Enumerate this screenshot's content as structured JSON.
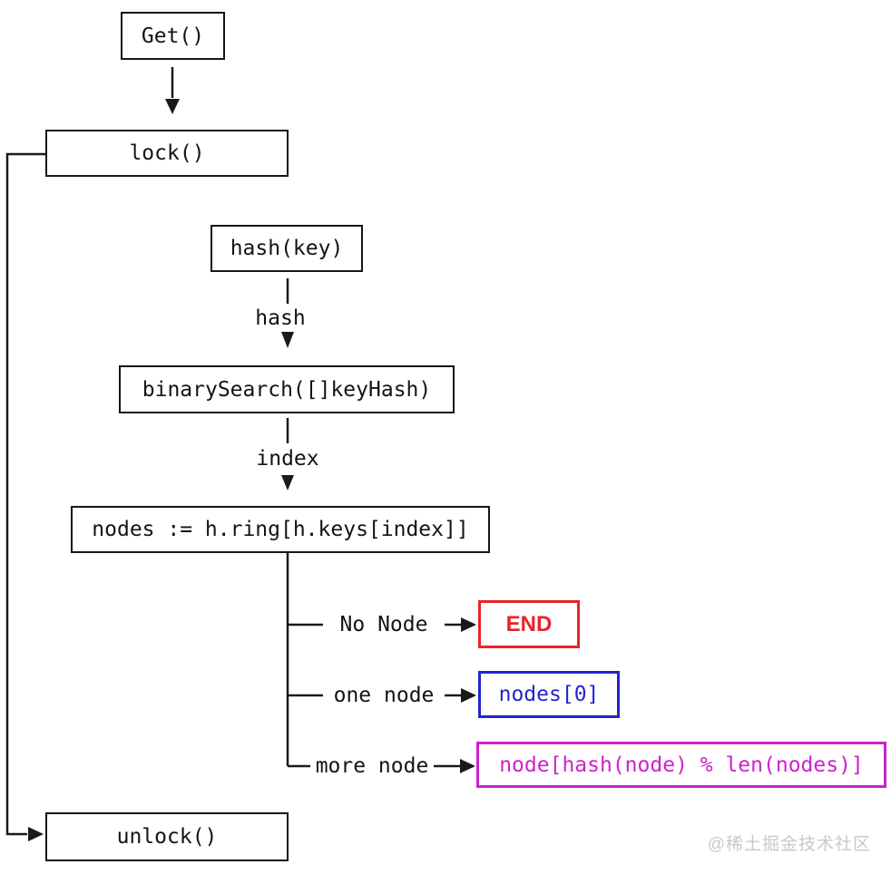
{
  "colors": {
    "line": "#1a1a1a",
    "box_border": "#161616",
    "end_red": "#e82429",
    "nodes0_blue": "#2424cc",
    "more_magenta": "#cc22cc",
    "watermark_gray": "#c9c9c9"
  },
  "flowchart": {
    "nodes": {
      "get": {
        "label": "Get()"
      },
      "lock": {
        "label": "lock()"
      },
      "hash_key": {
        "label": "hash(key)"
      },
      "binary_search": {
        "label": "binarySearch([]keyHash)"
      },
      "nodes_assign": {
        "label": "nodes := h.ring[h.keys[index]]"
      },
      "end": {
        "label": "END"
      },
      "nodes0": {
        "label": "nodes[0]"
      },
      "more_nodes": {
        "label": "node[hash(node) % len(nodes)]"
      },
      "unlock": {
        "label": "unlock()"
      }
    },
    "edge_labels": {
      "hash": "hash",
      "index": "index",
      "no_node": "No Node",
      "one_node": "one node",
      "more_node": "more node"
    },
    "edges": [
      {
        "from": "Get()",
        "to": "lock()",
        "label": ""
      },
      {
        "from": "hash(key)",
        "to": "binarySearch([]keyHash)",
        "label": "hash"
      },
      {
        "from": "binarySearch([]keyHash)",
        "to": "nodes := h.ring[h.keys[index]]",
        "label": "index"
      },
      {
        "from": "nodes := h.ring[h.keys[index]]",
        "to": "END",
        "label": "No Node"
      },
      {
        "from": "nodes := h.ring[h.keys[index]]",
        "to": "nodes[0]",
        "label": "one node"
      },
      {
        "from": "nodes := h.ring[h.keys[index]]",
        "to": "node[hash(node) % len(nodes)]",
        "label": "more node"
      },
      {
        "from": "lock()",
        "to": "unlock()",
        "label": ""
      }
    ]
  },
  "watermark": "@稀土掘金技术社区"
}
